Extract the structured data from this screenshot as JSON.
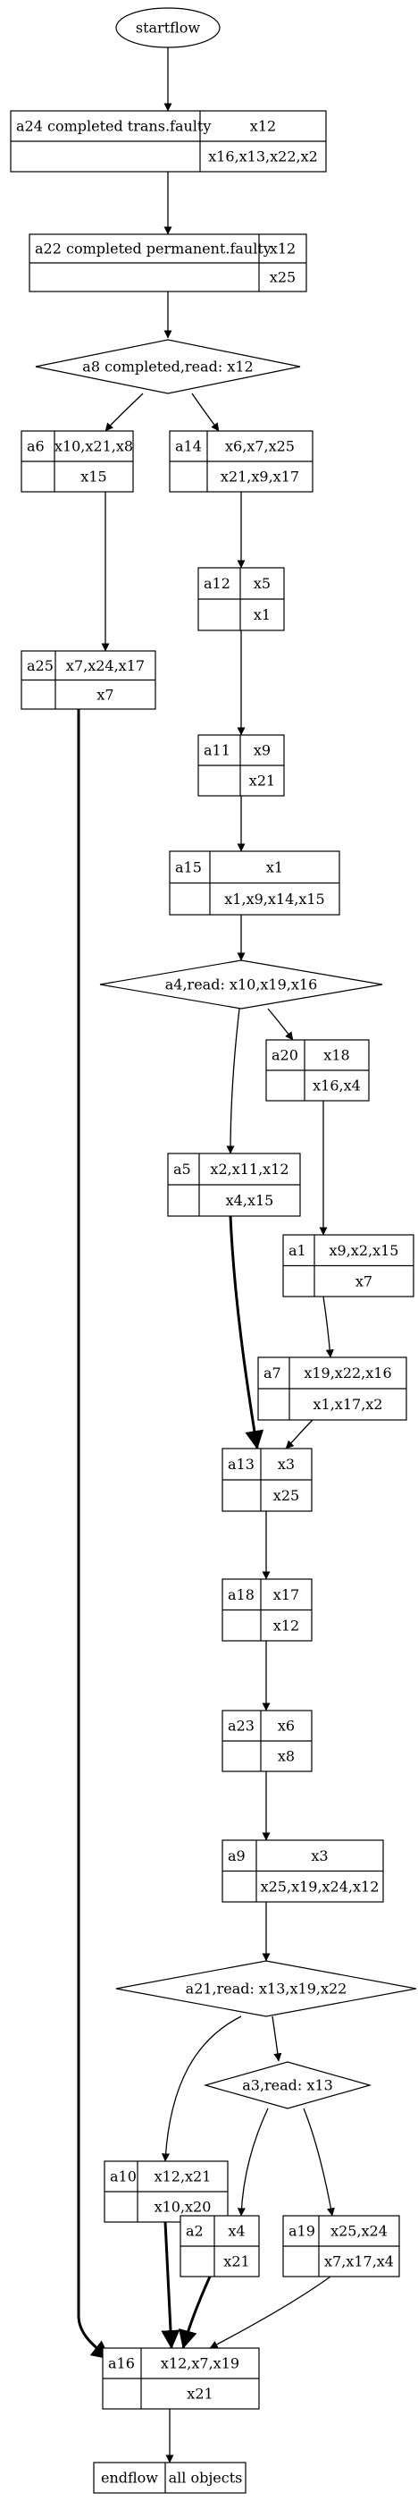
{
  "start": "startflow",
  "nodes": [
    {
      "id": "a24",
      "label": "a24 completed trans.faulty",
      "top": "x12",
      "bottom": "x16,x13,x22,x2"
    },
    {
      "id": "a22",
      "label": "a22 completed permanent.faulty",
      "top": "x12",
      "bottom": "x25"
    },
    {
      "id": "a6",
      "label": "a6",
      "top": "x10,x21,x8",
      "bottom": "x15"
    },
    {
      "id": "a14",
      "label": "a14",
      "top": "x6,x7,x25",
      "bottom": "x21,x9,x17"
    },
    {
      "id": "a12",
      "label": "a12",
      "top": "x5",
      "bottom": "x1"
    },
    {
      "id": "a25",
      "label": "a25",
      "top": "x7,x24,x17",
      "bottom": "x7"
    },
    {
      "id": "a11",
      "label": "a11",
      "top": "x9",
      "bottom": "x21"
    },
    {
      "id": "a15",
      "label": "a15",
      "top": "x1",
      "bottom": "x1,x9,x14,x15"
    },
    {
      "id": "a20",
      "label": "a20",
      "top": "x18",
      "bottom": "x16,x4"
    },
    {
      "id": "a5",
      "label": "a5",
      "top": "x2,x11,x12",
      "bottom": "x4,x15"
    },
    {
      "id": "a1",
      "label": "a1",
      "top": "x9,x2,x15",
      "bottom": "x7"
    },
    {
      "id": "a7",
      "label": "a7",
      "top": "x19,x22,x16",
      "bottom": "x1,x17,x2"
    },
    {
      "id": "a13",
      "label": "a13",
      "top": "x3",
      "bottom": "x25"
    },
    {
      "id": "a18",
      "label": "a18",
      "top": "x17",
      "bottom": "x12"
    },
    {
      "id": "a23",
      "label": "a23",
      "top": "x6",
      "bottom": "x8"
    },
    {
      "id": "a9",
      "label": "a9",
      "top": "x3",
      "bottom": "x25,x19,x24,x12"
    },
    {
      "id": "a10",
      "label": "a10",
      "top": "x12,x21",
      "bottom": "x10,x20"
    },
    {
      "id": "a2",
      "label": "a2",
      "top": "x4",
      "bottom": "x21"
    },
    {
      "id": "a19",
      "label": "a19",
      "top": "x25,x24",
      "bottom": "x7,x17,x4"
    },
    {
      "id": "a16",
      "label": "a16",
      "top": "x12,x7,x19",
      "bottom": "x21"
    }
  ],
  "decisions": [
    {
      "id": "a8",
      "label": "a8 completed,read: x12"
    },
    {
      "id": "a4",
      "label": "a4,read: x10,x19,x16"
    },
    {
      "id": "a21",
      "label": "a21,read: x13,x19,x22"
    },
    {
      "id": "a3",
      "label": "a3,read: x13"
    }
  ],
  "end": {
    "left": "endflow",
    "right": "all objects"
  }
}
